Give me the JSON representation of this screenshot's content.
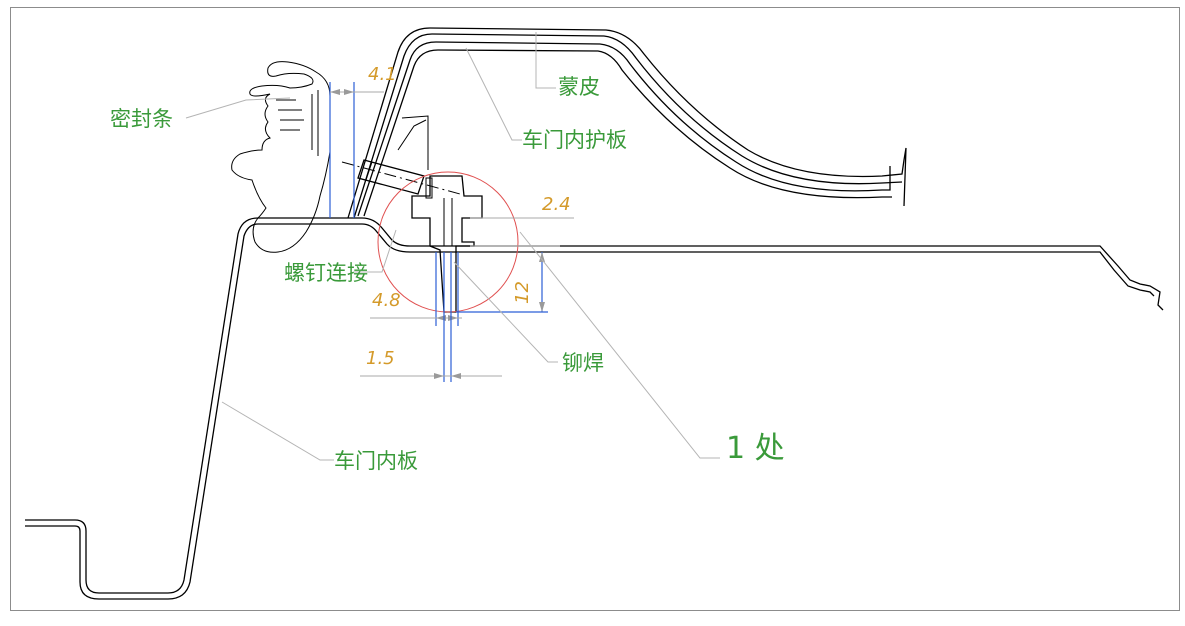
{
  "drawing": {
    "labels": {
      "seal_strip": "密封条",
      "skin": "蒙皮",
      "door_inner_trim": "车门内护板",
      "screw_connection": "螺钉连接",
      "rivet_weld": "铆焊",
      "door_inner_panel": "车门内板",
      "detail_callout": "1 处"
    },
    "dimensions": {
      "gap_top": "4.1",
      "plate_thickness": "2.4",
      "height": "12",
      "width": "4.8",
      "rivet_width": "1.5"
    },
    "colors": {
      "label_text": "#3a9a3a",
      "dimension_text": "#d49a2a",
      "dimension_lines": "#2c5fd6",
      "detail_circle": "#e05050",
      "leader_lines": "#b4b4b4",
      "geometry": "#000000"
    }
  }
}
